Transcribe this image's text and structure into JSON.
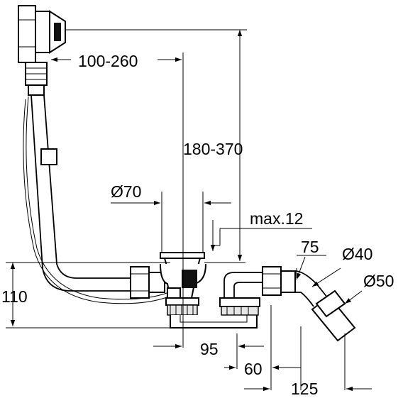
{
  "dimensions": {
    "horizontal_offset": "100-260",
    "vertical_offset": "180-370",
    "overflow_diameter": "Ø70",
    "max_thickness": "max.12",
    "height": "110",
    "drain_spacing": "95",
    "trap_offset": "60",
    "outlet_length": "125",
    "elbow_offset": "75",
    "inner_diameter": "Ø40",
    "outer_diameter": "Ø50"
  }
}
